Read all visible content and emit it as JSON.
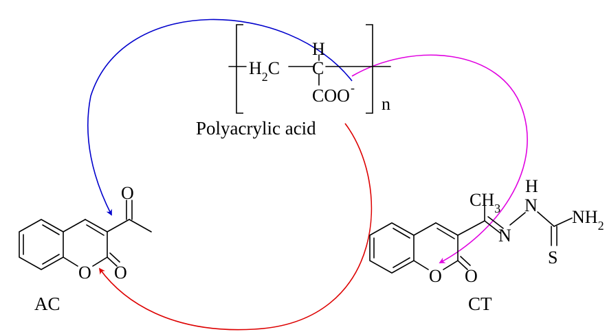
{
  "polymer": {
    "group_h2c": "H2C",
    "group_h": "H",
    "group_c": "C",
    "group_coo": "COO",
    "charge_minus": "-",
    "repeat_n": "n",
    "caption": "Polyacrylic acid"
  },
  "ac": {
    "label": "AC",
    "ring_oxygen": "O",
    "lactone_oxygen": "O",
    "acetyl_oxygen": "O"
  },
  "ct": {
    "label": "CT",
    "ring_oxygen": "O",
    "lactone_oxygen": "O",
    "methyl": "CH3",
    "n_imine": "N",
    "n_amine": "N",
    "h_amine": "H",
    "nh2": "NH2",
    "sulfur": "S"
  },
  "colors": {
    "blue_arrow": "#0000cc",
    "magenta_arrow": "#e000e0",
    "red_arrow": "#dd0000"
  }
}
